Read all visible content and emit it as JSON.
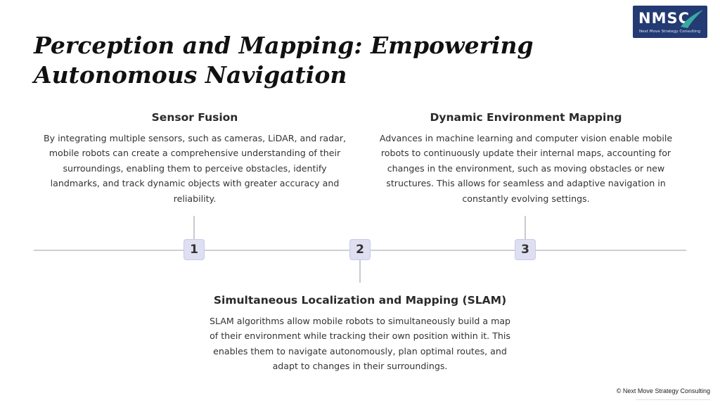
{
  "title": "Perception and Mapping: Empowering Autonomous Navigation",
  "logo": {
    "mark": "NMSC",
    "subtitle": "Next Move Strategy Consulting",
    "background_color": "#233a73",
    "accent_color": "#3aa9a0"
  },
  "milestones": [
    {
      "number": "1",
      "heading": "Sensor Fusion",
      "text": "By integrating multiple sensors, such as cameras, LiDAR, and radar, mobile robots can create a comprehensive understanding of their surroundings, enabling them to perceive obstacles, identify landmarks, and track dynamic objects with greater accuracy and reliability."
    },
    {
      "number": "2",
      "heading": "Simultaneous Localization and Mapping (SLAM)",
      "text": "SLAM algorithms allow mobile robots to simultaneously build a map of their environment while tracking their own position within it. This enables them to navigate autonomously, plan optimal routes, and adapt to changes in their surroundings."
    },
    {
      "number": "3",
      "heading": "Dynamic Environment Mapping",
      "text": "Advances in machine learning and computer vision enable mobile robots to continuously update their internal maps, accounting for changes in the environment, such as moving obstacles or new structures. This allows for seamless and adaptive navigation in constantly evolving settings."
    }
  ],
  "footer": "© Next Move Strategy Consulting",
  "colors": {
    "badge_fill": "#dedff1",
    "timeline": "#cfcfd4"
  }
}
